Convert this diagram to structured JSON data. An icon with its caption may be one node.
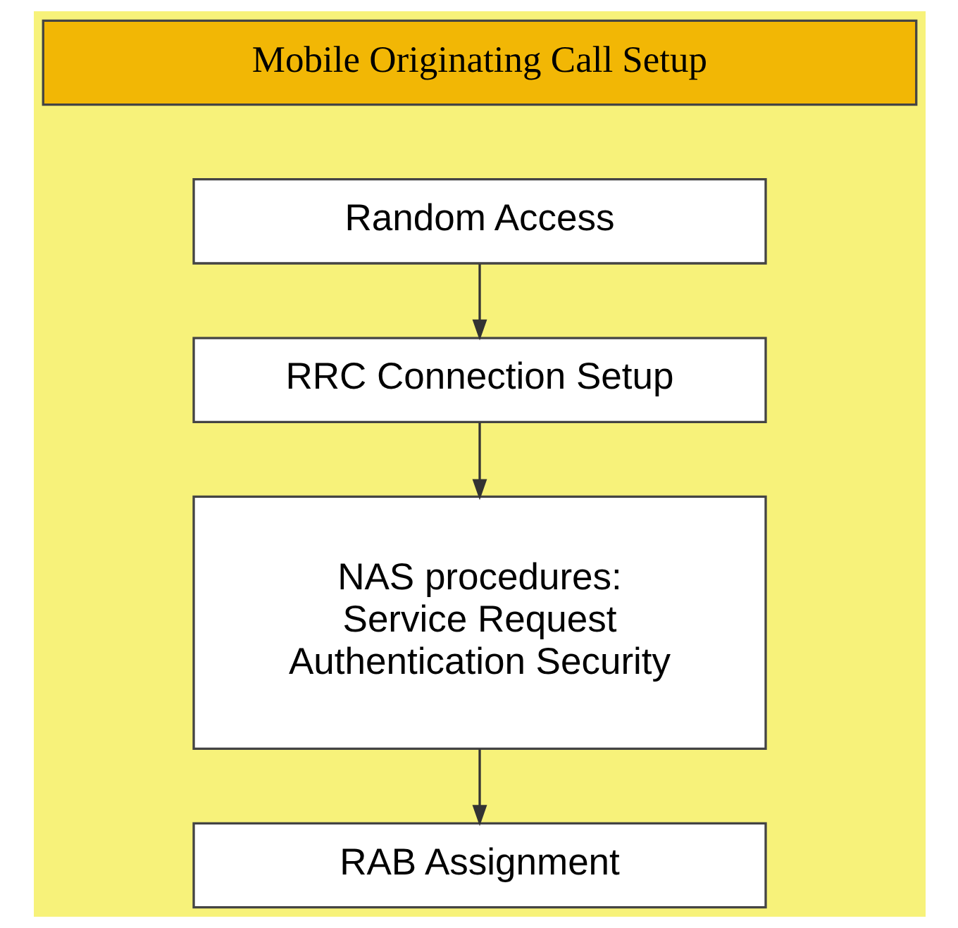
{
  "diagram": {
    "nodes": [
      {
        "text": [
          "Mobile Originating Call Setup"
        ]
      },
      {
        "text": [
          "Random Access"
        ]
      },
      {
        "text": [
          "RRC Connection Setup"
        ]
      },
      {
        "text": [
          "NAS procedures:",
          "Service Request",
          "Authentication Security"
        ]
      },
      {
        "text": [
          "RAB Assignment"
        ]
      }
    ],
    "edges": [
      {
        "from": 1,
        "to": 2,
        "arrow": "to"
      },
      {
        "from": 2,
        "to": 3,
        "arrow": "to"
      },
      {
        "from": 3,
        "to": 4,
        "arrow": "to"
      }
    ]
  }
}
